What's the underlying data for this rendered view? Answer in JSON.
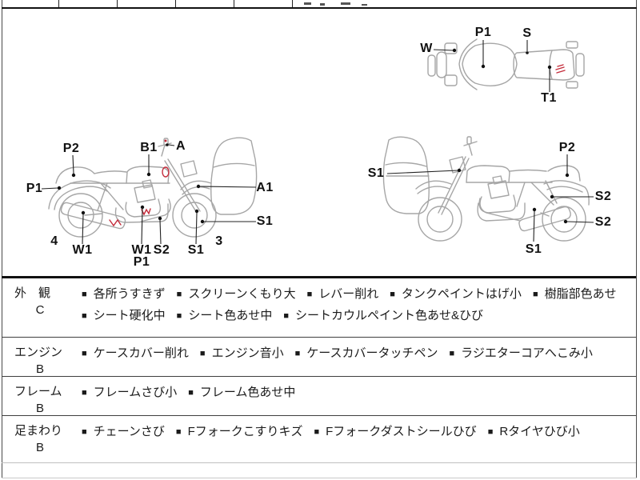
{
  "meta": {
    "sheet_type": "motorcycle-auction-condition-sheet",
    "bullet": "■"
  },
  "colors": {
    "accent_red": "#c42b3a",
    "drawing_line": "#a6a6a6",
    "border_dark": "#111111",
    "border_light": "#c9c9c9"
  },
  "diagrams": {
    "top_view": {
      "labels": [
        "W",
        "P1",
        "S",
        "T1"
      ]
    },
    "left_view": {
      "labels": [
        "P2",
        "B1",
        "A",
        "P1",
        "A1",
        "S1",
        "W1",
        "W1",
        "S2",
        "P1",
        "S1"
      ],
      "wheel_numbers": [
        "4",
        "3"
      ]
    },
    "right_view": {
      "labels": [
        "S1",
        "P2",
        "S2",
        "S2",
        "S1"
      ]
    }
  },
  "condition_table": {
    "rows": [
      {
        "section": "外　観",
        "grade": "C",
        "items": [
          "各所うすきず",
          "スクリーンくもり大",
          "レバー削れ",
          "タンクペイントはげ小",
          "樹脂部色あせ",
          "シート硬化中",
          "シート色あせ中",
          "シートカウルペイント色あせ&ひび"
        ]
      },
      {
        "section": "エンジン",
        "grade": "B",
        "items": [
          "ケースカバー削れ",
          "エンジン音小",
          "ケースカバータッチペン",
          "ラジエターコアへこみ小"
        ]
      },
      {
        "section": "フレーム",
        "grade": "B",
        "items": [
          "フレームさび小",
          "フレーム色あせ中"
        ]
      },
      {
        "section": "足まわり",
        "grade": "B",
        "items": [
          "チェーンさび",
          "Fフォークこすりキズ",
          "Fフォークダストシールひび",
          "Rタイヤひび小"
        ]
      }
    ]
  }
}
